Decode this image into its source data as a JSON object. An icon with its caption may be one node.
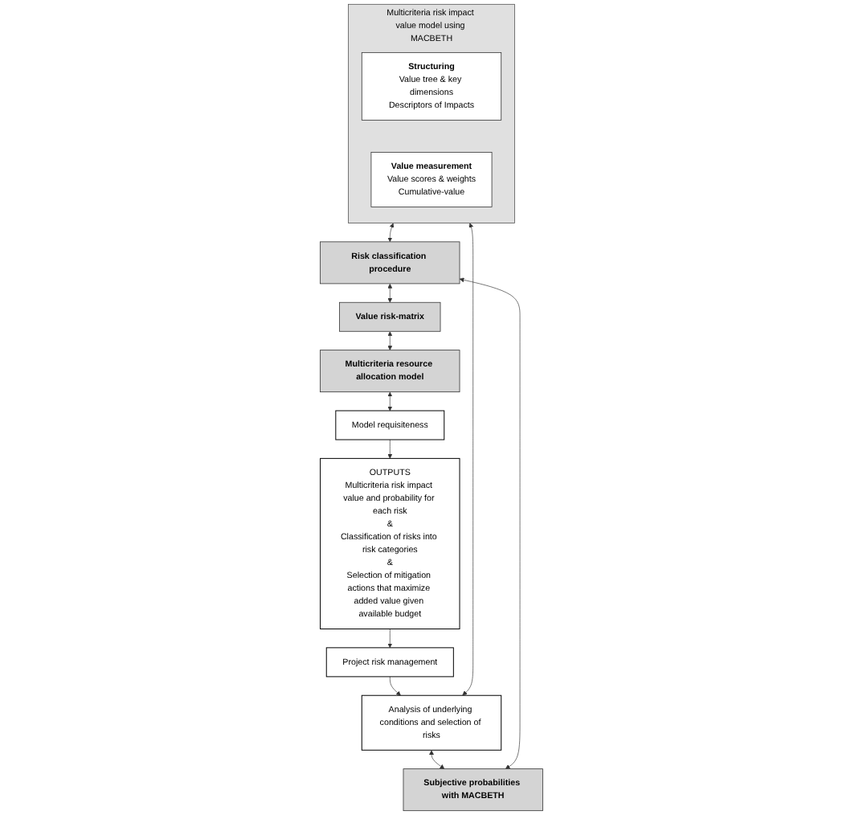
{
  "diagram": {
    "nodes": [
      {
        "text": [
          "Analysis of underlying conditions and selection of risks"
        ]
      },
      {
        "text": [
          "Project risk management"
        ]
      },
      {
        "text": [
          "Multicriteria risk impact value model using MACBETH"
        ]
      },
      {
        "text": [
          "Structuring",
          "Value tree & key dimensions",
          "Descriptors of Impacts"
        ],
        "in": 2
      },
      {
        "text": [
          "Value measurement",
          "Value scores & weights",
          "Cumulative-value"
        ],
        "in": 2
      },
      {
        "text": [
          "Subjective probabilities with MACBETH"
        ]
      },
      {
        "text": [
          "OUTPUTS",
          "Multicriteria risk impact value and probability for each risk",
          "&",
          "Classification of risks into risk categories",
          "&",
          "Selection of mitigation actions that maximize added value given available budget"
        ]
      },
      {
        "text": [
          "Risk classification procedure"
        ]
      },
      {
        "text": [
          "Value risk-matrix"
        ]
      },
      {
        "text": [
          "Multicriteria resource allocation model"
        ]
      },
      {
        "text": [
          "Model requisiteness"
        ]
      }
    ],
    "edges": [
      {
        "from": 1,
        "to": 0,
        "arrow": "to"
      },
      {
        "from": 0,
        "to": 2,
        "arrow": "both"
      },
      {
        "from": 0,
        "to": 5,
        "arrow": "both"
      },
      {
        "from": 2,
        "to": 7,
        "arrow": "both"
      },
      {
        "from": 5,
        "to": 7,
        "arrow": "both"
      },
      {
        "from": 7,
        "to": 8,
        "arrow": "both"
      },
      {
        "from": 8,
        "to": 9,
        "arrow": "both"
      },
      {
        "from": 9,
        "to": 10,
        "arrow": "both"
      },
      {
        "from": 10,
        "to": 6,
        "arrow": "to"
      },
      {
        "from": 6,
        "to": 1,
        "arrow": "to"
      }
    ]
  }
}
